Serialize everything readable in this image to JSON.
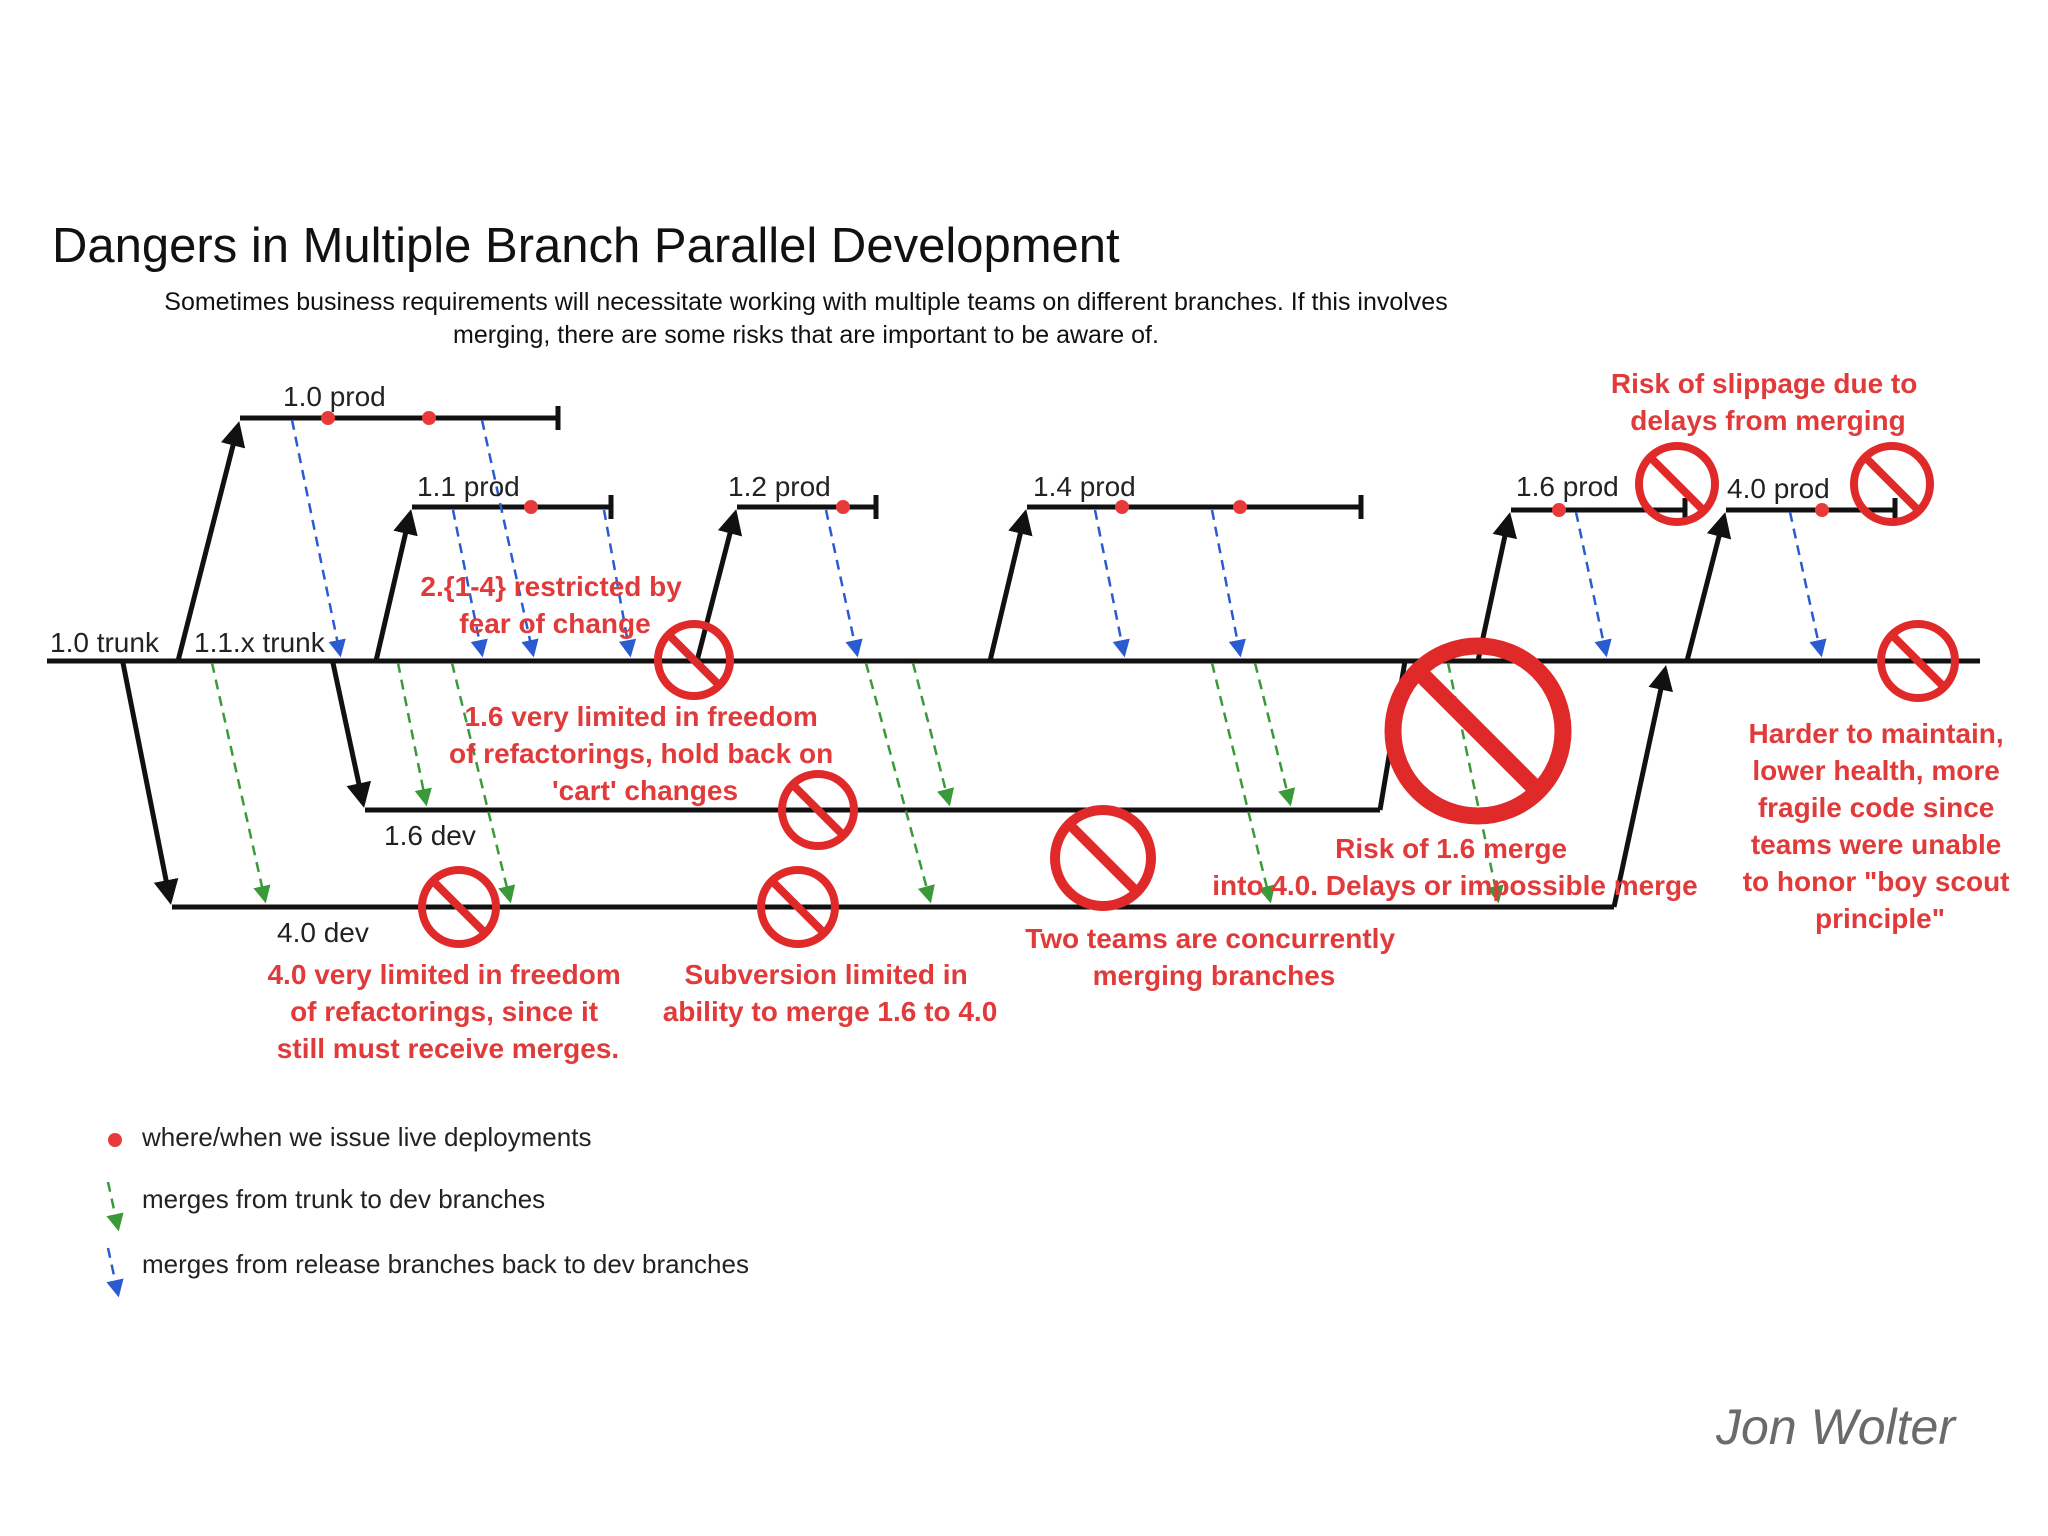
{
  "title": "Dangers in Multiple Branch Parallel Development",
  "subtitle_lines": [
    "Sometimes business requirements will necessitate working with multiple teams on different branches. If this involves",
    "merging, there are some risks that are important to be aware of."
  ],
  "branch_labels": {
    "trunk_1_0": "1.0 trunk",
    "trunk_1_1x": "1.1.x trunk",
    "prod_1_0": "1.0 prod",
    "prod_1_1": "1.1 prod",
    "prod_1_2": "1.2 prod",
    "prod_1_4": "1.4 prod",
    "prod_1_6": "1.6 prod",
    "prod_4_0": "4.0 prod",
    "dev_1_6": "1.6 dev",
    "dev_4_0": "4.0 dev"
  },
  "risks": {
    "restricted": [
      "2.{1-4} restricted by",
      "fear of change"
    ],
    "dev16_limited": [
      "1.6 very limited in freedom",
      "of refactorings, hold back on",
      "'cart' changes"
    ],
    "dev40_limited": [
      "4.0 very limited in freedom",
      "of refactorings, since it",
      "still must receive merges."
    ],
    "subversion": [
      "Subversion limited in",
      "ability to merge 1.6 to 4.0"
    ],
    "concurrent": [
      "Two teams are concurrently",
      "merging branches"
    ],
    "merge_risk": [
      "Risk of 1.6 merge",
      "into 4.0. Delays or impossible merge"
    ],
    "slippage": [
      "Risk of slippage due to",
      "delays from merging"
    ],
    "maintain": [
      "Harder to maintain,",
      "lower health, more",
      "fragile code since",
      "teams were unable",
      "to honor \"boy scout",
      "principle\""
    ]
  },
  "legend": {
    "deploy": "where/when we issue live deployments",
    "trunk_merge": "merges from trunk to dev branches",
    "release_merge": "merges from release branches back to dev branches"
  },
  "author": "Jon Wolter",
  "colors": {
    "risk_red": "#e03a3a",
    "deploy_red": "#e83a3a",
    "trunk_merge_green": "#3a9a3a",
    "release_merge_blue": "#2a5bd0",
    "line_black": "#111111"
  },
  "icons": {
    "prohibition": "prohibition-icon",
    "arrow_head": "arrow-head"
  }
}
